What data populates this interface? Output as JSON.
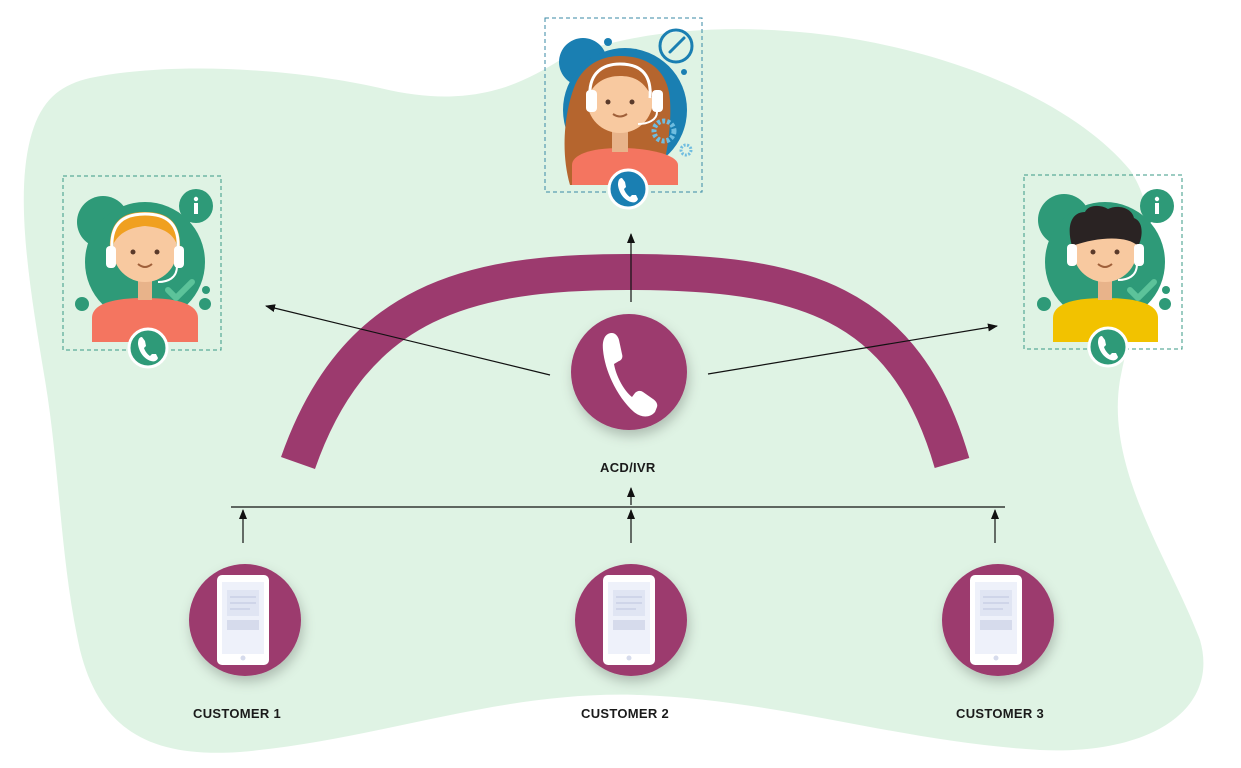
{
  "hub": {
    "label": "ACD/IVR",
    "icon": "phone-icon"
  },
  "customers": [
    {
      "label": "CUSTOMER 1",
      "icon": "smartphone-icon"
    },
    {
      "label": "CUSTOMER 2",
      "icon": "smartphone-icon"
    },
    {
      "label": "CUSTOMER 3",
      "icon": "smartphone-icon"
    }
  ],
  "agents": [
    {
      "role": "agent-left",
      "icon": "agent-headset-icon",
      "badge": "info-icon",
      "status": "check-icon"
    },
    {
      "role": "agent-top",
      "icon": "agent-headset-icon",
      "badge": "clock-icon",
      "status": "gear-icon"
    },
    {
      "role": "agent-right",
      "icon": "agent-headset-icon",
      "badge": "info-icon",
      "status": "check-icon"
    }
  ],
  "colors": {
    "background_blob": "#dff3e4",
    "hub": "#9c3a6e",
    "agent_teal": "#2e9a78",
    "agent_blue": "#1a7fb2",
    "phone_screen": "#eef1fa"
  }
}
